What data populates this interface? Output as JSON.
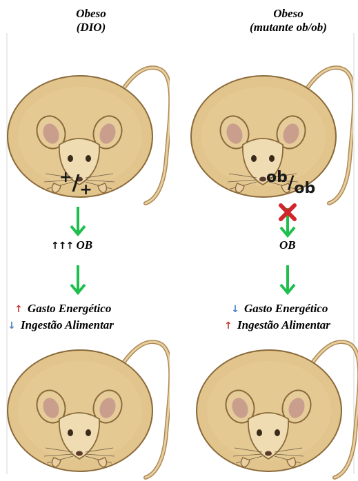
{
  "left": {
    "title_line1": "Obeso",
    "title_line2": "(DIO)",
    "genotype_main": "+",
    "genotype_sub": "+",
    "gene_arrows": "↑↑↑",
    "gene": "OB",
    "effect1_arrow": "↑",
    "effect1": "Gasto Energético",
    "effect2_arrow": "↓",
    "effect2": "Ingestão Alimentar"
  },
  "right": {
    "title_line1": "Obeso",
    "title_line2": "(mutante ob/ob)",
    "genotype_main": "ob",
    "genotype_sub": "ob",
    "gene": "OB",
    "effect1_arrow": "↓",
    "effect1": "Gasto Energético",
    "effect2_arrow": "↑",
    "effect2": "Ingestão Alimentar"
  },
  "colors": {
    "arrow_green": "#1fbf4e",
    "up_red": "#c0392b",
    "down_blue": "#4a7fc1",
    "x_red": "#d0252a",
    "mouse_body": "#e2c48d",
    "mouse_outline": "#8a6a3a"
  }
}
